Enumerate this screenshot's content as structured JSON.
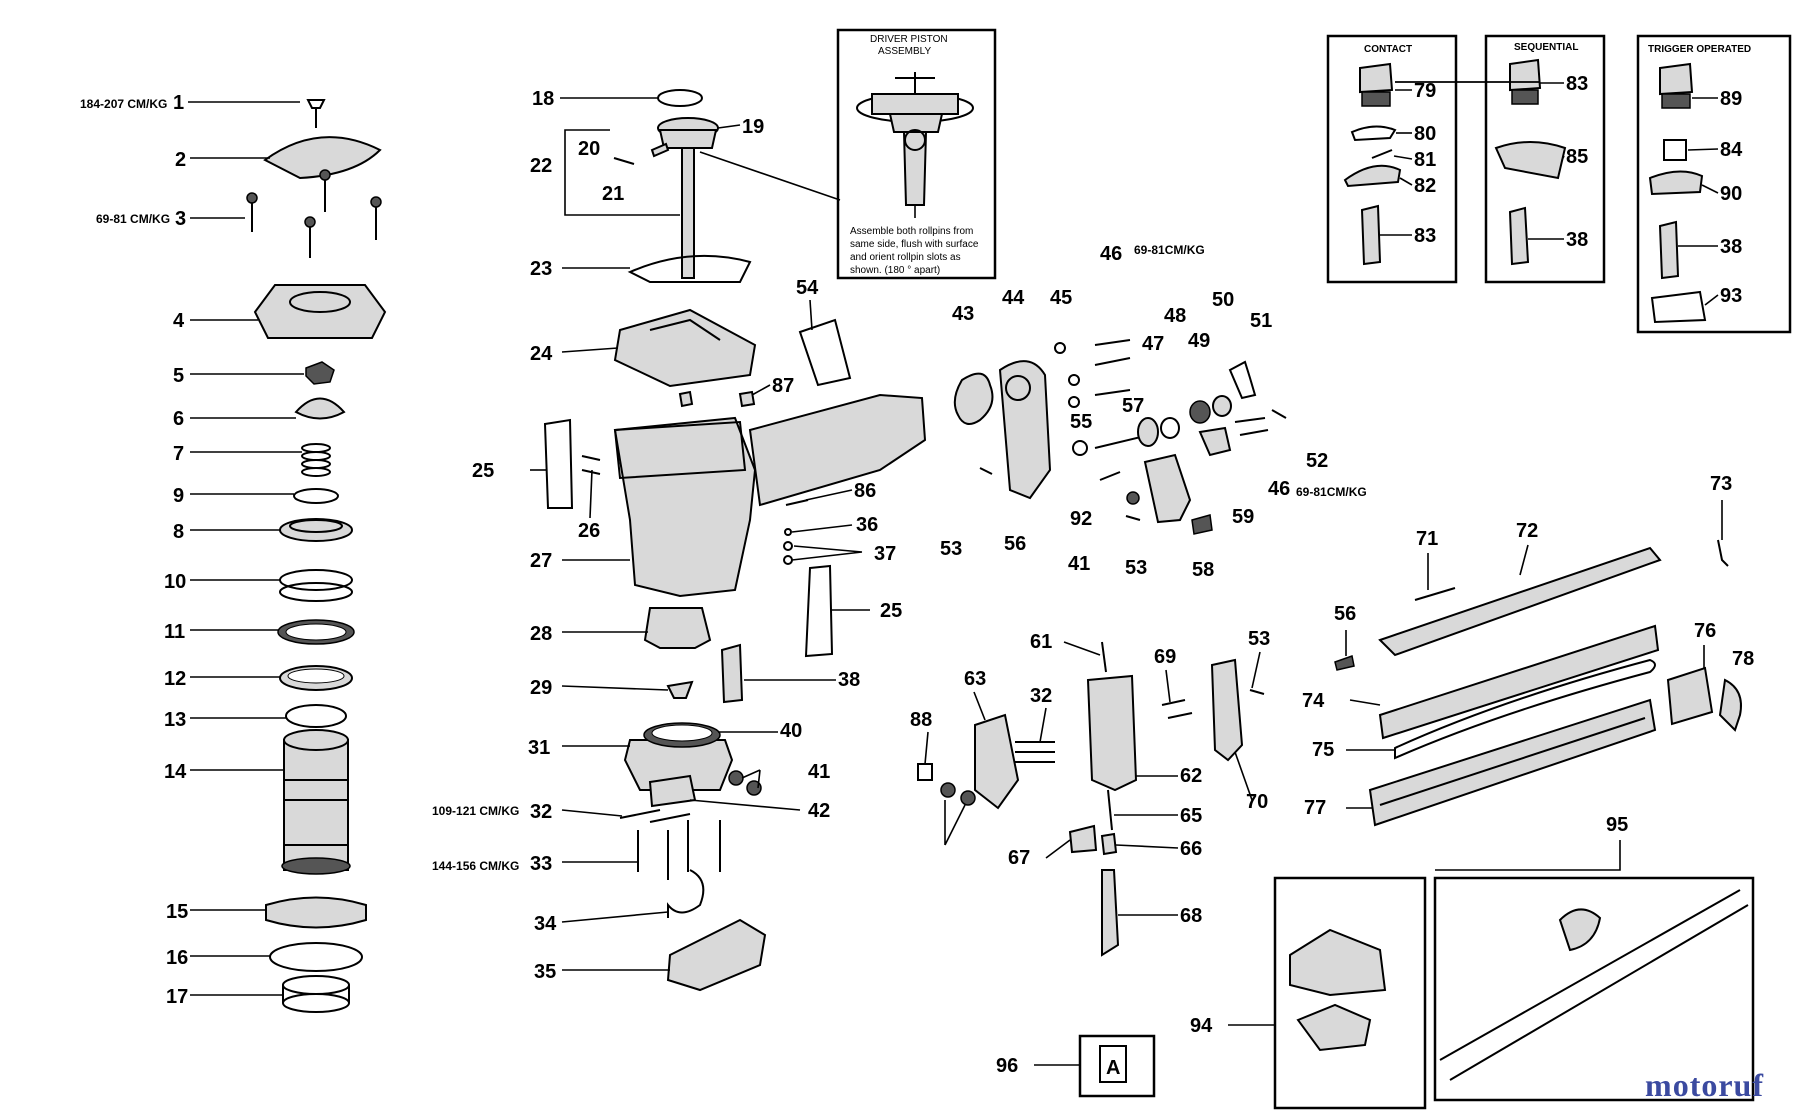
{
  "diagram": {
    "torque_labels": {
      "t1": "184-207 CM/KG",
      "t3": "69-81 CM/KG",
      "t32": "109-121 CM/KG",
      "t33": "144-156 CM/KG",
      "t46a": "69-81CM/KG",
      "t46b": "69-81CM/KG"
    },
    "inset": {
      "title_line1": "DRIVER PISTON",
      "title_line2": "ASSEMBLY",
      "note_lines": [
        "Assemble  both rollpins from",
        "same side, flush with surface",
        "and orient  rollpin slots as",
        "shown. (180 ° apart)"
      ]
    },
    "boxes": {
      "contact": "CONTACT",
      "sequential": "SEQUENTIAL",
      "trigger": "TRIGGER OPERATED"
    },
    "sticker_letter": "A",
    "watermark": "motoruf"
  },
  "part_numbers": [
    "1",
    "2",
    "3",
    "4",
    "5",
    "6",
    "7",
    "9",
    "8",
    "10",
    "11",
    "12",
    "13",
    "14",
    "15",
    "16",
    "17",
    "18",
    "19",
    "20",
    "21",
    "22",
    "23",
    "24",
    "25",
    "26",
    "27",
    "28",
    "29",
    "31",
    "32",
    "33",
    "34",
    "35",
    "38",
    "40",
    "41",
    "42",
    "54",
    "87",
    "86",
    "36",
    "37",
    "25",
    "43",
    "44",
    "45",
    "46",
    "48",
    "47",
    "49",
    "50",
    "51",
    "55",
    "57",
    "52",
    "46",
    "59",
    "92",
    "56",
    "53",
    "41",
    "53",
    "58",
    "79",
    "80",
    "81",
    "82",
    "83",
    "83",
    "85",
    "38",
    "89",
    "84",
    "90",
    "38",
    "93",
    "73",
    "71",
    "72",
    "56",
    "76",
    "78",
    "74",
    "75",
    "77",
    "61",
    "63",
    "32",
    "69",
    "53",
    "88",
    "62",
    "65",
    "70",
    "67",
    "66",
    "68",
    "95",
    "94",
    "96"
  ]
}
